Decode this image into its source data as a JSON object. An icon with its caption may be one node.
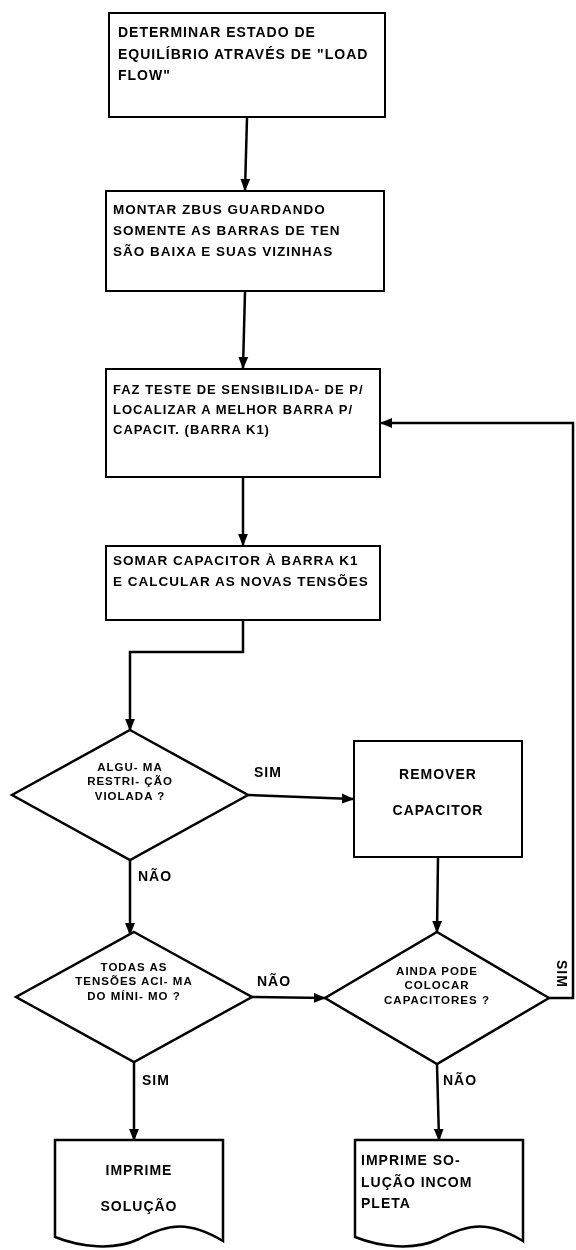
{
  "diagram": {
    "nodes": [
      {
        "text": [
          "DETERMINAR ESTADO DE EQUILÍBRIO ATRAVÉS DE \"LOAD FLOW\""
        ]
      },
      {
        "text": [
          "MONTAR ZBUS GUARDANDO SOMENTE AS BARRAS DE TEN SÃO BAIXA E SUAS VIZINHAS"
        ]
      },
      {
        "text": [
          "FAZ TESTE DE SENSIBILIDA- DE P/ LOCALIZAR A MELHOR BARRA P/ CAPACIT. (BARRA K1)"
        ]
      },
      {
        "text": [
          "SOMAR CAPACITOR À BARRA K1 E CALCULAR AS NOVAS TENSÕES"
        ]
      },
      {
        "text": [
          "ALGU- MA RESTRI- ÇÃO VIOLADA ?"
        ]
      },
      {
        "text": [
          "REMOVER CAPACITOR"
        ]
      },
      {
        "text": [
          "TODAS AS TENSÕES ACI- MA DO MÍNI- MO ?"
        ]
      },
      {
        "text": [
          "AINDA PODE COLOCAR CAPACITORES ?"
        ]
      },
      {
        "text": [
          "IMPRIME SOLUÇÃO"
        ]
      },
      {
        "text": [
          "IMPRIME SO- LUÇÃO INCOM PLETA"
        ]
      }
    ],
    "edges": [
      {
        "from": 0,
        "to": 1,
        "arrow": "to"
      },
      {
        "from": 1,
        "to": 2,
        "arrow": "to"
      },
      {
        "from": 2,
        "to": 3,
        "arrow": "to"
      },
      {
        "from": 3,
        "to": 4,
        "arrow": "to"
      },
      {
        "from": 4,
        "to": 5,
        "arrow": "to",
        "label": "SIM"
      },
      {
        "from": 4,
        "to": 6,
        "arrow": "to",
        "label": "NÃO"
      },
      {
        "from": 5,
        "to": 7,
        "arrow": "to"
      },
      {
        "from": 6,
        "to": 7,
        "arrow": "to",
        "label": "NÃO"
      },
      {
        "from": 6,
        "to": 8,
        "arrow": "to",
        "label": "SIM"
      },
      {
        "from": 7,
        "to": 9,
        "arrow": "to",
        "label": "NÃO"
      },
      {
        "from": 7,
        "to": 2,
        "arrow": "to",
        "label": "SIM"
      }
    ]
  }
}
